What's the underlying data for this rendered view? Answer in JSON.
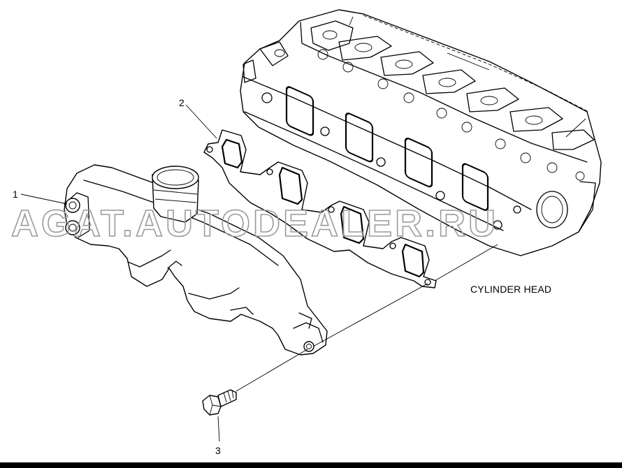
{
  "diagram": {
    "labels": {
      "cylinder_head": "CYLINDER HEAD"
    },
    "callouts": [
      {
        "id": "1"
      },
      {
        "id": "2"
      },
      {
        "id": "3"
      }
    ],
    "watermark": "AGAT.AUTODEALER.RU"
  }
}
